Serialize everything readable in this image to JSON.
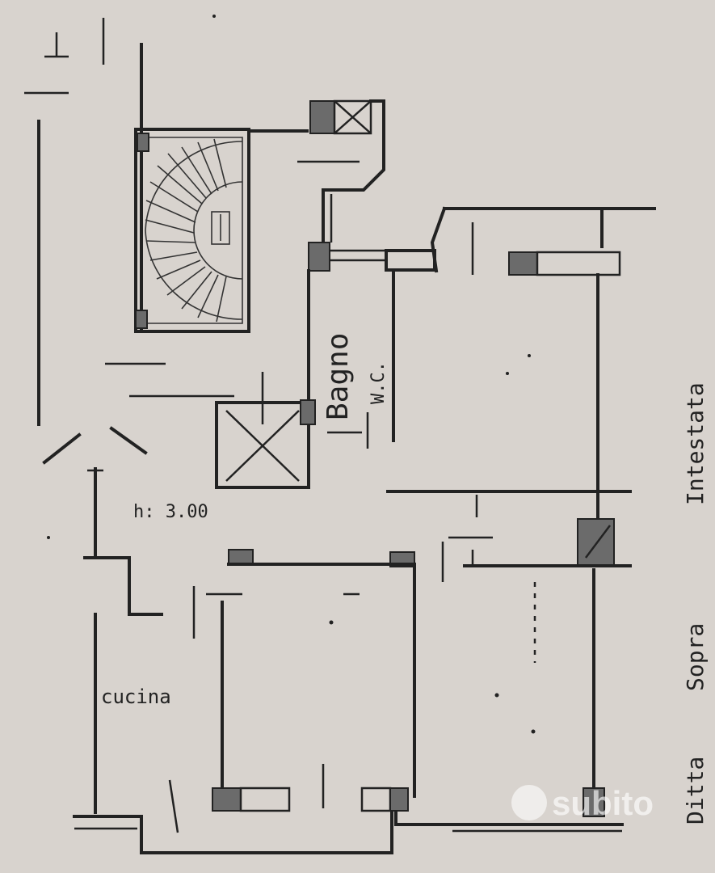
{
  "labels": {
    "bathroom": "Bagno",
    "wc": "W.C.",
    "kitchen": "cucina",
    "height": "h: 3.00",
    "north_mark": "⊥",
    "neighbor_line1": "Intestata",
    "neighbor_line2": "Sopra",
    "neighbor_line3": "Ditta",
    "watermark": "subito"
  },
  "colors": {
    "paper": "#d8d3ce",
    "ink": "#222222",
    "hatch": "#6b6b6b"
  }
}
